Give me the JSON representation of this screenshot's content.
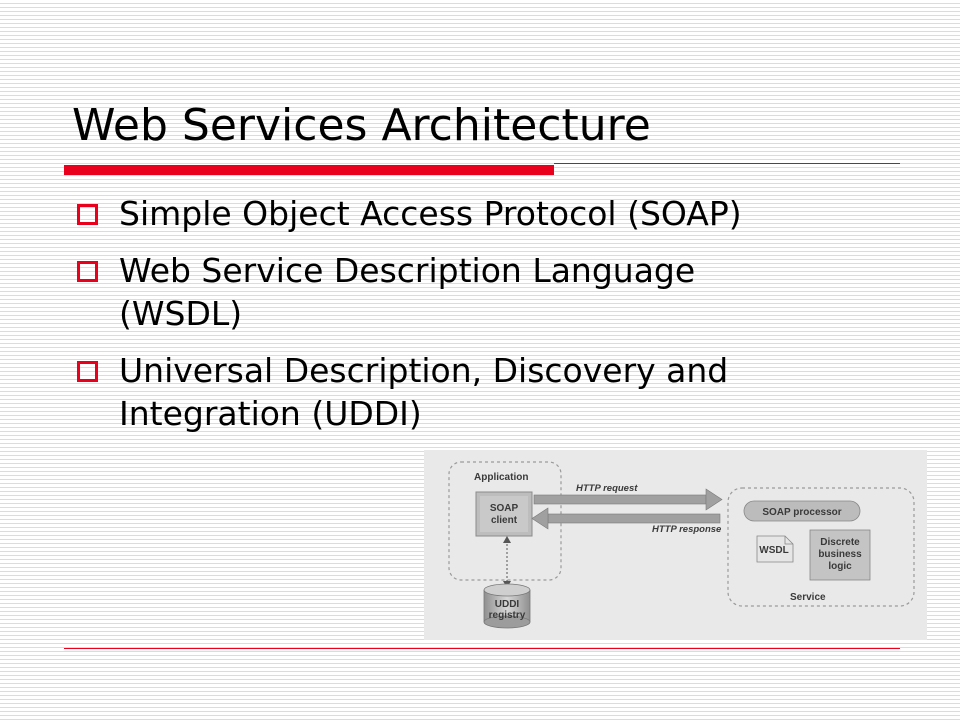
{
  "slide": {
    "title": "Web Services Architecture",
    "bullets": [
      {
        "lines": [
          "Simple Object Access Protocol (SOAP)"
        ]
      },
      {
        "lines": [
          "Web Service Description Language",
          "(WSDL)"
        ]
      },
      {
        "lines": [
          "Universal Description, Discovery and",
          "Integration (UDDI)"
        ]
      }
    ]
  },
  "diagram": {
    "application_label": "Application",
    "soap_client": [
      "SOAP",
      "client"
    ],
    "http_request": "HTTP request",
    "http_response": "HTTP response",
    "soap_processor": "SOAP processor",
    "wsdl": "WSDL",
    "business_logic": [
      "Discrete",
      "business",
      "logic"
    ],
    "service_label": "Service",
    "uddi_registry": [
      "UDDI",
      "registry"
    ]
  },
  "colors": {
    "accent": "#e8001c",
    "text": "#000000",
    "diagram_bg": "#e9e9e9"
  }
}
